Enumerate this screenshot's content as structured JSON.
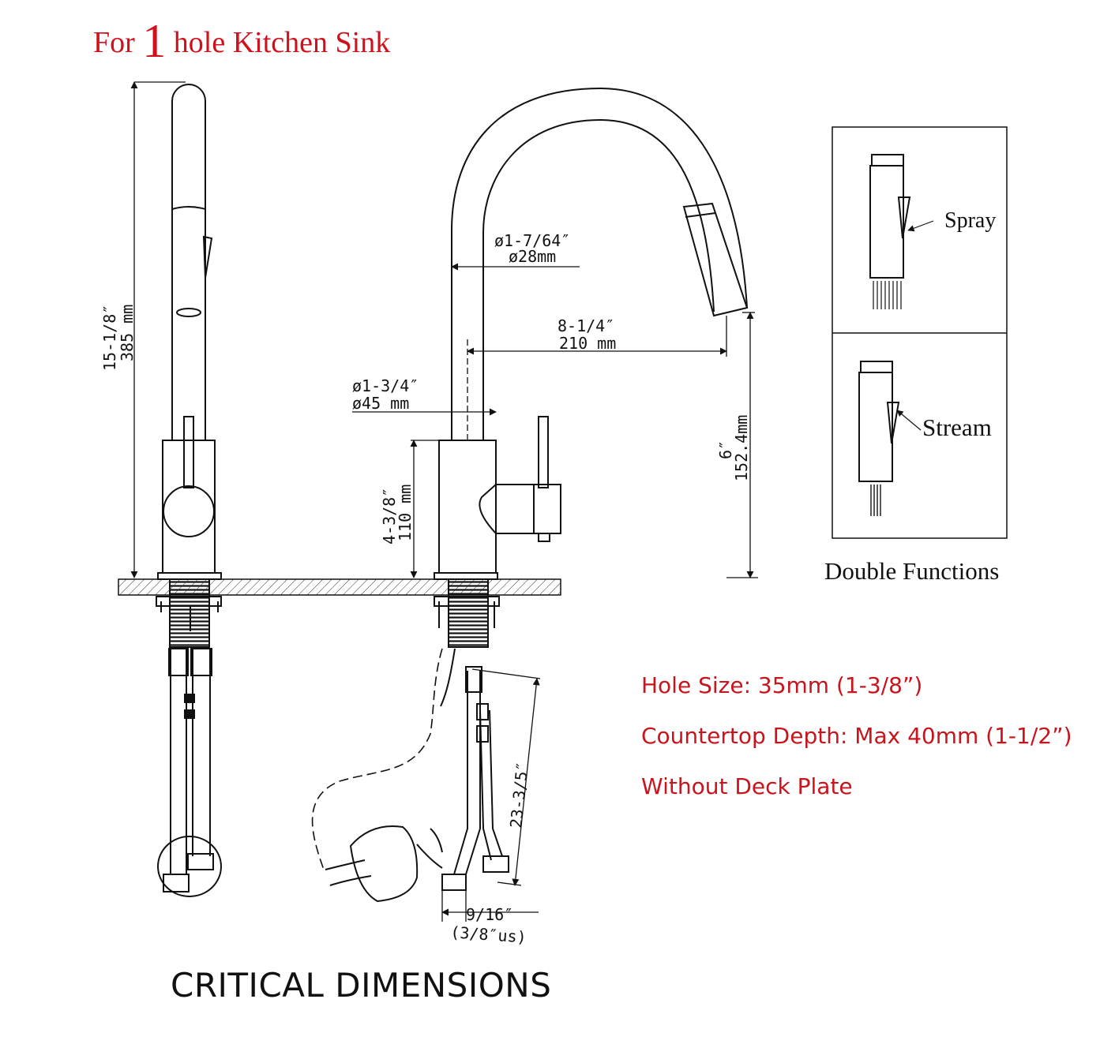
{
  "title": {
    "prefix": "For",
    "number": "1",
    "suffix": "hole Kitchen Sink"
  },
  "dimensions": {
    "total_height_in": "15-1/8″",
    "total_height_mm": "385 mm",
    "spout_dia_in": "ø1-7/64″",
    "spout_dia_mm": "ø28mm",
    "reach_in": "8-1/4″",
    "reach_mm": "210 mm",
    "body_dia_in": "ø1-3/4″",
    "body_dia_mm": "ø45 mm",
    "body_height_in": "4-3/8″",
    "body_height_mm": "110 mm",
    "spout_height_in": "6″",
    "spout_height_mm": "152.4mm",
    "hose_length_in": "23-3/5″",
    "connector_in": "9/16″",
    "connector_us": "(3/8″us)"
  },
  "functions": {
    "spray": "Spray",
    "stream": "Stream",
    "caption": "Double Functions"
  },
  "notes": [
    "Hole Size: 35mm (1-3/8”)",
    "Countertop Depth: Max 40mm (1-1/2”)",
    "Without Deck Plate"
  ],
  "footer": "CRITICAL DIMENSIONS",
  "colors": {
    "accent": "#d0101a",
    "line": "#111111"
  }
}
